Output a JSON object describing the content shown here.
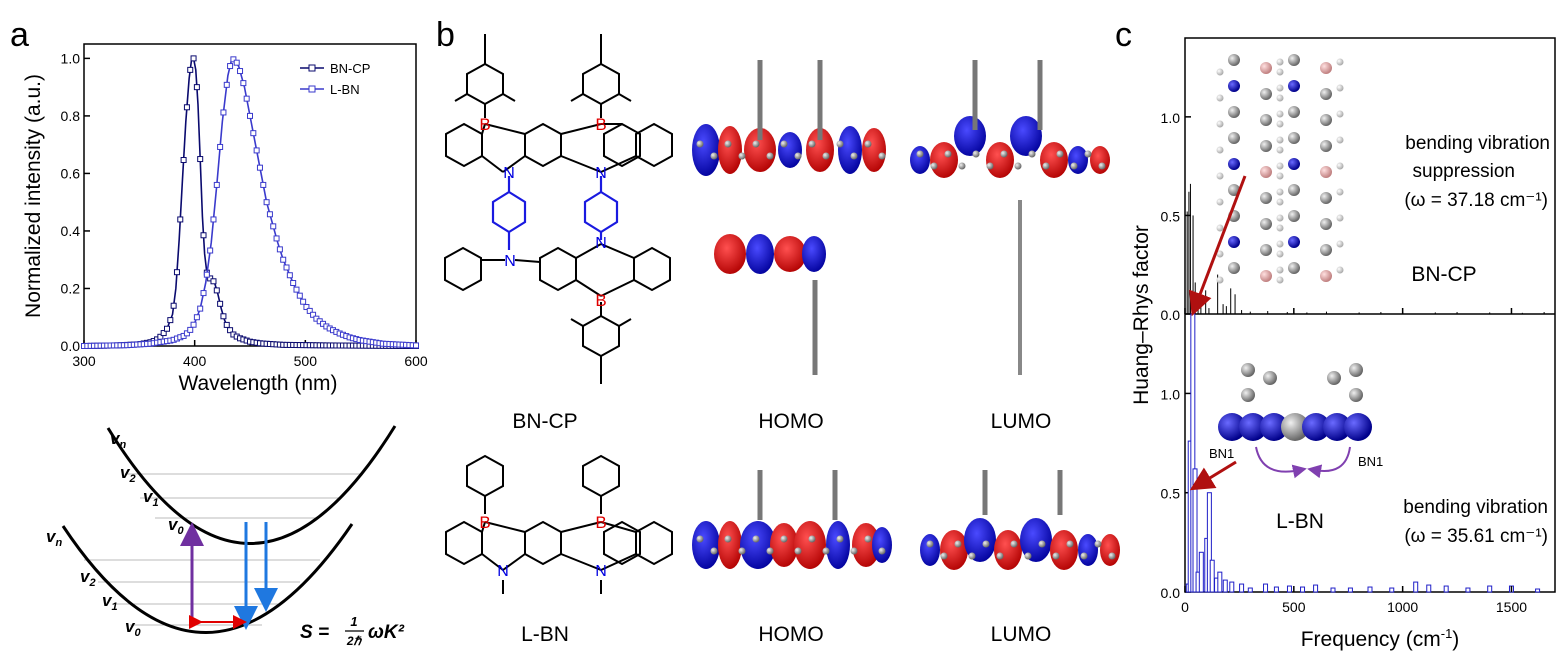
{
  "panels": {
    "a": "a",
    "b": "b",
    "c": "c"
  },
  "chart_data": [
    {
      "type": "line",
      "xlabel": "Wavelength (nm)",
      "ylabel": "Normalized intensity (a.u.)",
      "xlim": [
        300,
        600
      ],
      "ylim": [
        0,
        1.05
      ],
      "xticks": [
        "300",
        "400",
        "500",
        "600"
      ],
      "yticks": [
        "0.0",
        "0.2",
        "0.4",
        "0.6",
        "0.8",
        "1.0"
      ],
      "legend_position": "top-right",
      "series": [
        {
          "name": "BN-CP",
          "color": "#0a0a6e",
          "x": [
            300,
            330,
            350,
            360,
            365,
            370,
            375,
            380,
            383,
            386,
            389,
            392,
            395,
            397,
            399,
            401,
            403,
            405,
            407,
            409,
            411,
            413,
            415,
            418,
            421,
            424,
            427,
            430,
            435,
            440,
            450,
            460,
            480,
            520,
            600
          ],
          "y": [
            0.0,
            0.002,
            0.006,
            0.013,
            0.02,
            0.035,
            0.06,
            0.11,
            0.2,
            0.37,
            0.58,
            0.78,
            0.93,
            0.99,
            1.0,
            0.96,
            0.84,
            0.65,
            0.45,
            0.32,
            0.255,
            0.235,
            0.235,
            0.22,
            0.18,
            0.13,
            0.09,
            0.065,
            0.04,
            0.028,
            0.015,
            0.009,
            0.004,
            0.002,
            0.0
          ]
        },
        {
          "name": "L-BN",
          "color": "#3a3acc",
          "x": [
            300,
            340,
            360,
            380,
            390,
            395,
            400,
            405,
            410,
            415,
            420,
            425,
            430,
            433,
            436,
            440,
            445,
            450,
            455,
            460,
            465,
            470,
            475,
            480,
            490,
            500,
            510,
            520,
            530,
            540,
            550,
            570,
            600
          ],
          "y": [
            0.0,
            0.003,
            0.008,
            0.02,
            0.035,
            0.05,
            0.08,
            0.13,
            0.22,
            0.36,
            0.56,
            0.78,
            0.94,
            0.99,
            1.0,
            0.97,
            0.9,
            0.8,
            0.7,
            0.6,
            0.5,
            0.43,
            0.36,
            0.3,
            0.21,
            0.14,
            0.095,
            0.065,
            0.045,
            0.03,
            0.02,
            0.008,
            0.002
          ]
        }
      ]
    },
    {
      "type": "bar",
      "title": "BN-CP",
      "xlabel": "Frequency (cm-1)",
      "ylabel": "Huang–Rhys factor",
      "xlim": [
        0,
        1700
      ],
      "ylim": [
        0,
        1.4
      ],
      "yticks": [
        "0.0",
        "0.5",
        "1.0"
      ],
      "color": "#000000",
      "x": [
        10,
        18,
        25,
        37,
        47,
        60,
        73,
        95,
        110,
        150,
        175,
        190,
        210,
        230,
        260,
        300,
        380,
        470,
        560,
        650,
        800,
        900,
        1000,
        1150,
        1250,
        1400,
        1550,
        1650
      ],
      "values": [
        0.52,
        0.62,
        0.66,
        0.5,
        0.16,
        0.09,
        0.06,
        0.12,
        0.03,
        0.2,
        0.05,
        0.04,
        0.13,
        0.1,
        0.02,
        0.012,
        0.015,
        0.01,
        0.008,
        0.012,
        0.008,
        0.01,
        0.012,
        0.008,
        0.01,
        0.008,
        0.006,
        0.01
      ]
    },
    {
      "type": "bar",
      "title": "L-BN",
      "xlabel": "Frequency (cm-1)",
      "ylabel": "Huang–Rhys factor",
      "xlim": [
        0,
        1700
      ],
      "ylim": [
        0,
        1.4
      ],
      "xticks": [
        "0",
        "500",
        "1000",
        "1500"
      ],
      "yticks": [
        "0.0",
        "0.5",
        "1.0"
      ],
      "color": "#1f1fc8",
      "x": [
        15,
        24,
        36,
        46,
        60,
        75,
        100,
        112,
        125,
        145,
        160,
        185,
        215,
        260,
        300,
        370,
        420,
        480,
        540,
        600,
        680,
        760,
        850,
        950,
        1060,
        1120,
        1200,
        1300,
        1400,
        1500,
        1620
      ],
      "values": [
        0.04,
        0.76,
        1.4,
        0.62,
        0.1,
        0.2,
        0.27,
        0.5,
        0.16,
        0.07,
        0.1,
        0.06,
        0.05,
        0.04,
        0.02,
        0.04,
        0.025,
        0.03,
        0.025,
        0.035,
        0.02,
        0.02,
        0.025,
        0.02,
        0.05,
        0.035,
        0.03,
        0.02,
        0.03,
        0.03,
        0.015
      ]
    }
  ],
  "molecules": {
    "bn_cp": "BN-CP",
    "l_bn": "L-BN",
    "homo": "HOMO",
    "lumo": "LUMO",
    "atom_b": "B",
    "atom_n": "N"
  },
  "energy_diagram": {
    "upper_levels": [
      "v",
      "v",
      "v",
      "v"
    ],
    "upper_subs": [
      "n",
      "2",
      "1",
      "0"
    ],
    "lower_levels": [
      "v",
      "v",
      "v",
      "v"
    ],
    "lower_subs": [
      "n",
      "2",
      "1",
      "0"
    ],
    "eq_lhs": "S =",
    "eq_num": "1",
    "eq_den": "2ℏ",
    "eq_rhs": "ωK²"
  },
  "annotations": {
    "bncp_note1": "bending vibration",
    "bncp_note2": "suppression",
    "bncp_note3": "(ω = 37.18 cm⁻¹)",
    "lbn_note1": "bending vibration",
    "lbn_note2": "(ω = 35.61 cm⁻¹)",
    "bn1_left": "BN1",
    "bn1_right": "BN1"
  }
}
